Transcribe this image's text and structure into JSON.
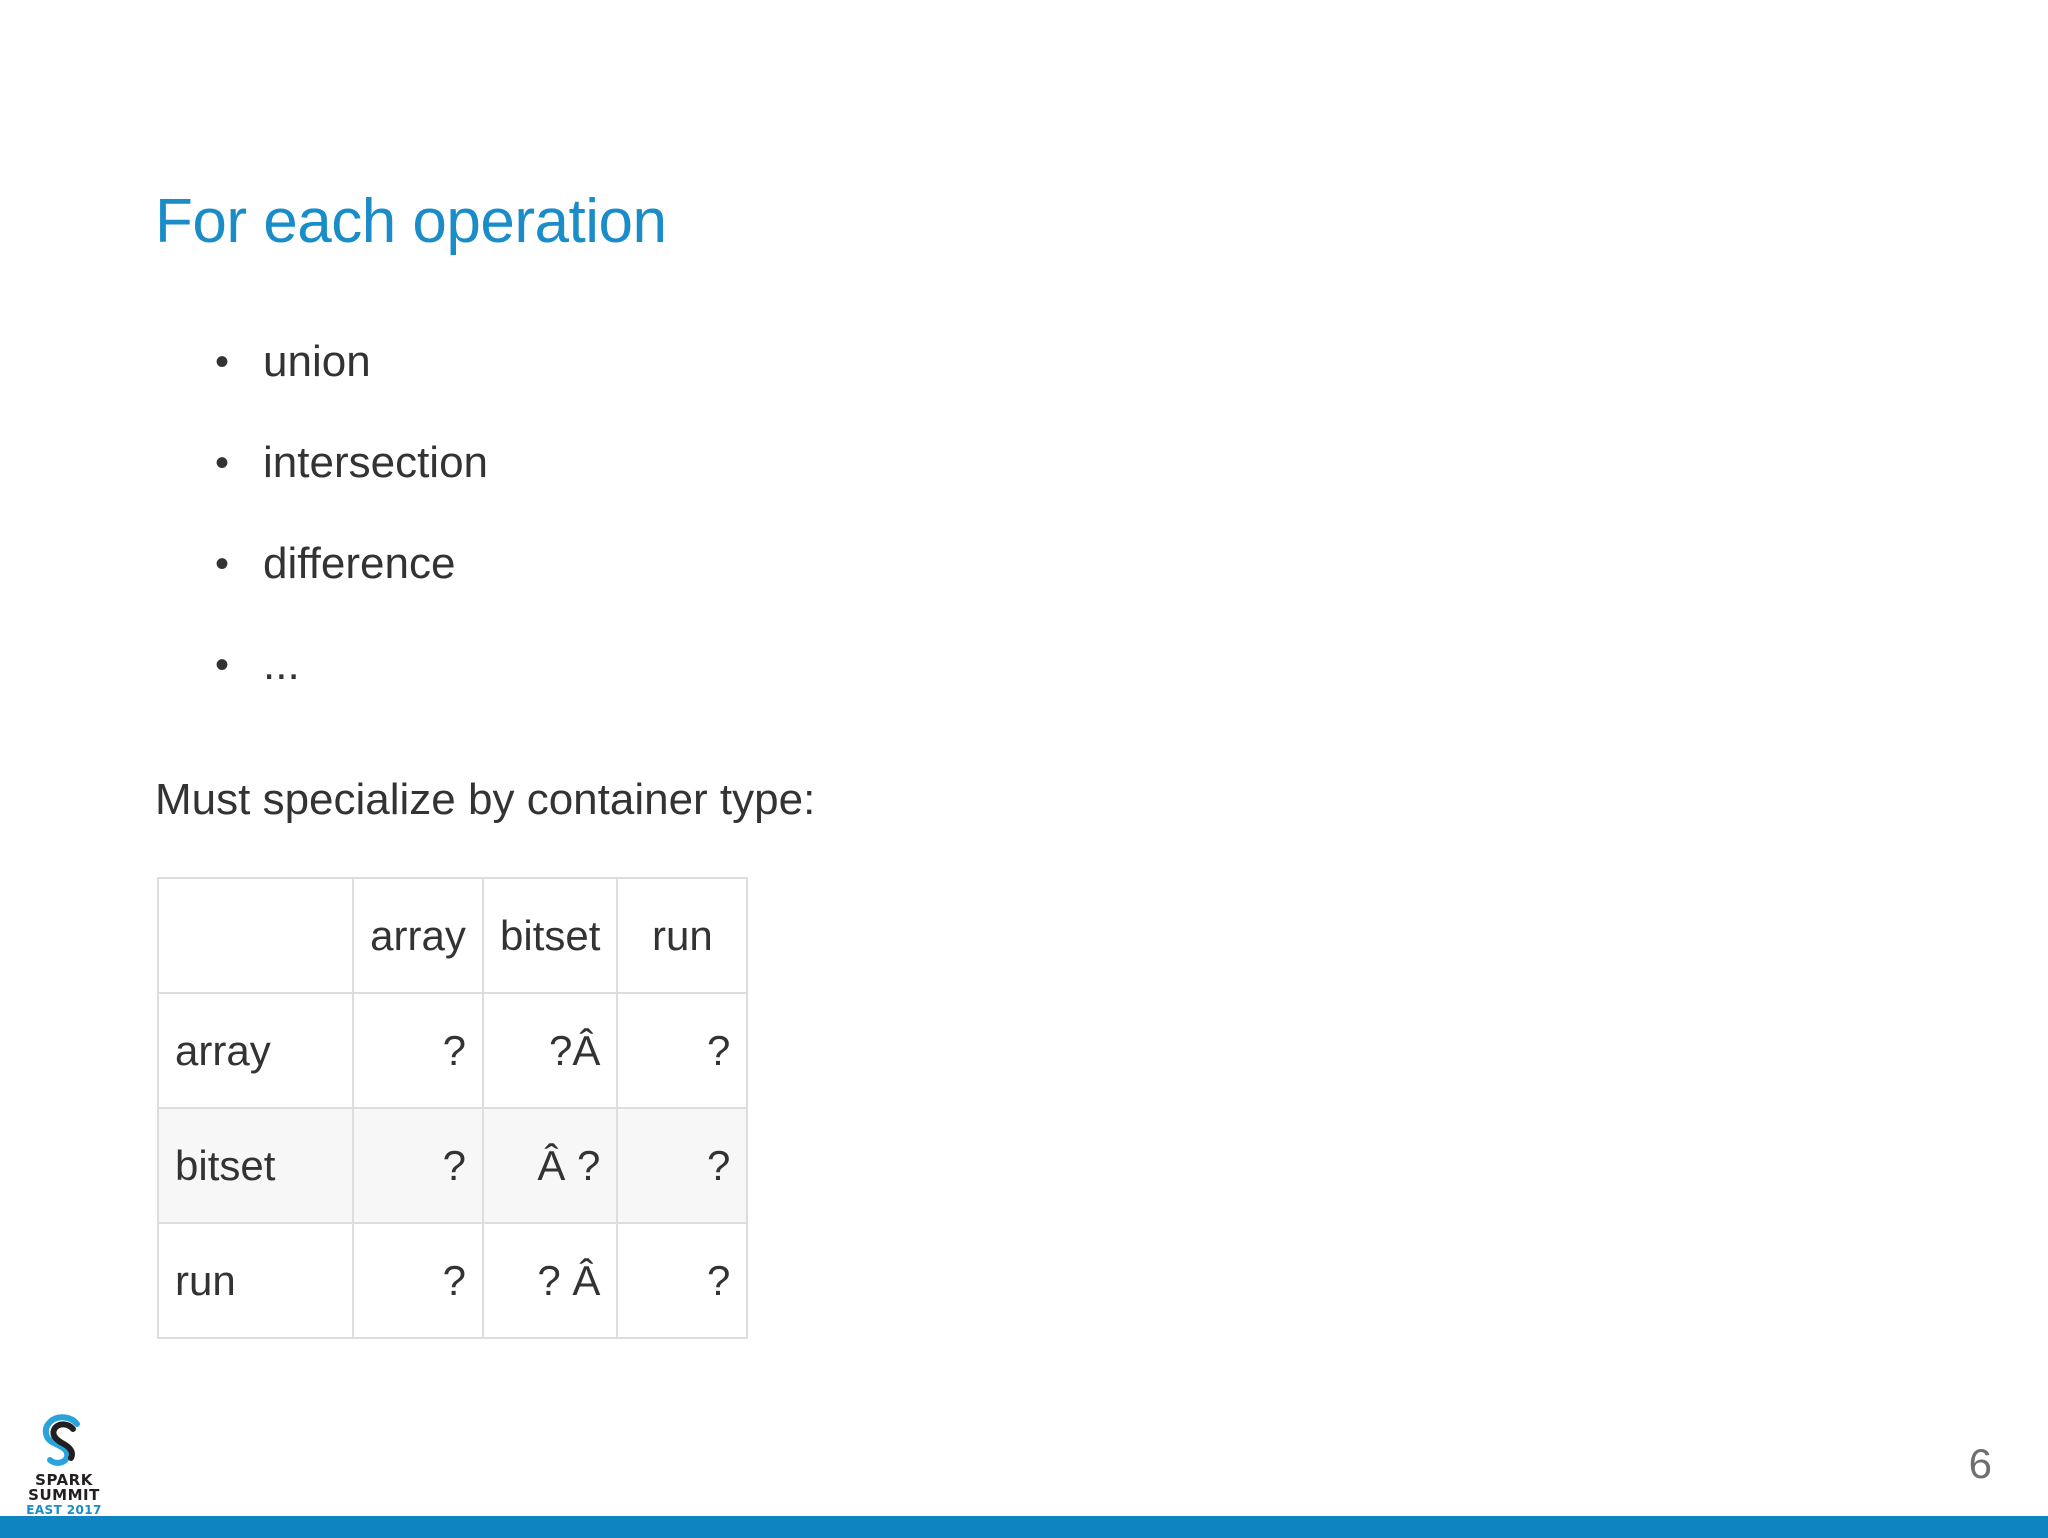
{
  "slide": {
    "title": "For each operation",
    "page_number": "6",
    "accent_color": "#1a8cc8",
    "bar_color": "#0e85c0",
    "body_color": "#333333",
    "bullets": [
      {
        "marker": "•",
        "text": "union"
      },
      {
        "marker": "•",
        "text": "intersection"
      },
      {
        "marker": "•",
        "text": "difference"
      },
      {
        "marker": "•",
        "text": "..."
      }
    ],
    "lead_in": "Must specialize by container type:"
  },
  "matrix": {
    "corner": "",
    "columns": [
      "array",
      "bitset",
      "run"
    ],
    "rows": [
      {
        "label": "array",
        "cells": [
          "?",
          "?Â",
          "?"
        ]
      },
      {
        "label": "bitset",
        "cells": [
          "?",
          "Â ?",
          "?"
        ]
      },
      {
        "label": "run",
        "cells": [
          "?",
          "? Â",
          "?"
        ]
      }
    ]
  },
  "logo": {
    "line1": "SPARK",
    "line2": "SUMMIT",
    "line3": "EAST 2017",
    "mark_color_blue": "#29a3dc",
    "mark_color_dark": "#231f20"
  }
}
